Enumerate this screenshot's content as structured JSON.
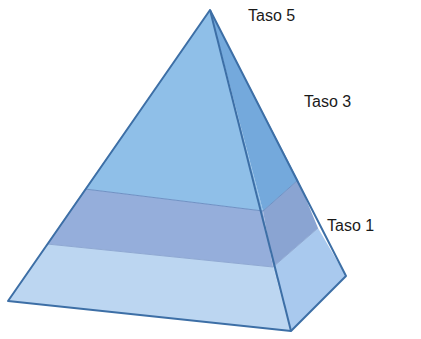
{
  "diagram": {
    "labels": [
      "Taso 5",
      "Taso 3",
      "Taso 1"
    ]
  }
}
